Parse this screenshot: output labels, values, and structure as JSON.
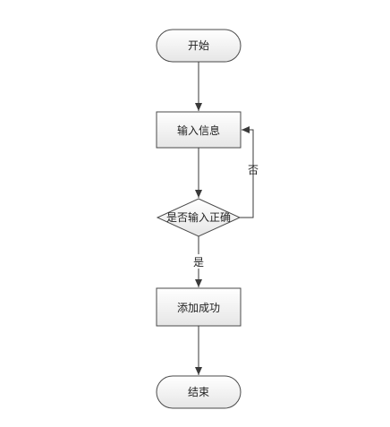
{
  "flowchart": {
    "nodes": {
      "start": "开始",
      "input_info": "输入信息",
      "decision": "是否输入正确",
      "add_success": "添加成功",
      "end": "结束"
    },
    "edges": {
      "yes": "是",
      "no": "否"
    }
  },
  "colors": {
    "box_fill_top": "#ffffff",
    "box_fill_bottom": "#ebebeb",
    "stroke": "#4a4a4a"
  }
}
